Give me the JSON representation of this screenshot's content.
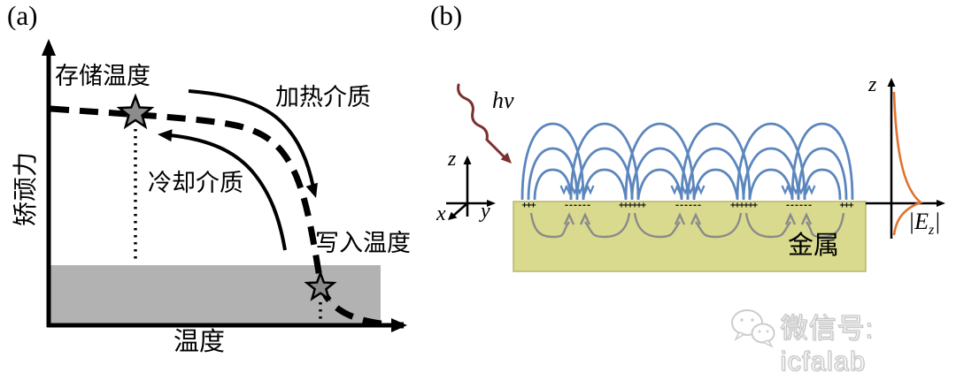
{
  "panel_a": {
    "tag": "(a)",
    "y_axis_label": "矫顽力",
    "x_axis_label": "温度",
    "storage_temp_label": "存储温度",
    "heating_label": "加热介质",
    "cooling_label": "冷却介质",
    "write_temp_label": "写入温度",
    "colors": {
      "band": "#b2b2b2",
      "star_fill": "#8c8c8c",
      "line": "#000000"
    }
  },
  "panel_b": {
    "tag": "(b)",
    "photon_label": "hv",
    "axis_x_label": "x",
    "axis_y_label": "y",
    "axis_z_label": "z",
    "metal_label": "金属",
    "charges": [
      "+++",
      "------",
      "++++++",
      "------",
      "++++++",
      "------",
      "+++"
    ],
    "field_plot": {
      "z_axis_label": "z",
      "ez_open": "|E",
      "ez_sub": "z",
      "ez_close": "|"
    },
    "colors": {
      "metal_fill": "#d9da8e",
      "metal_border": "#b5b66e",
      "field_line": "#5b86bd",
      "internal_line": "#8a8a8a",
      "photon": "#7d2f2f",
      "decay_curve": "#e0732f"
    }
  },
  "watermark": {
    "text": "微信号: icfalab"
  }
}
